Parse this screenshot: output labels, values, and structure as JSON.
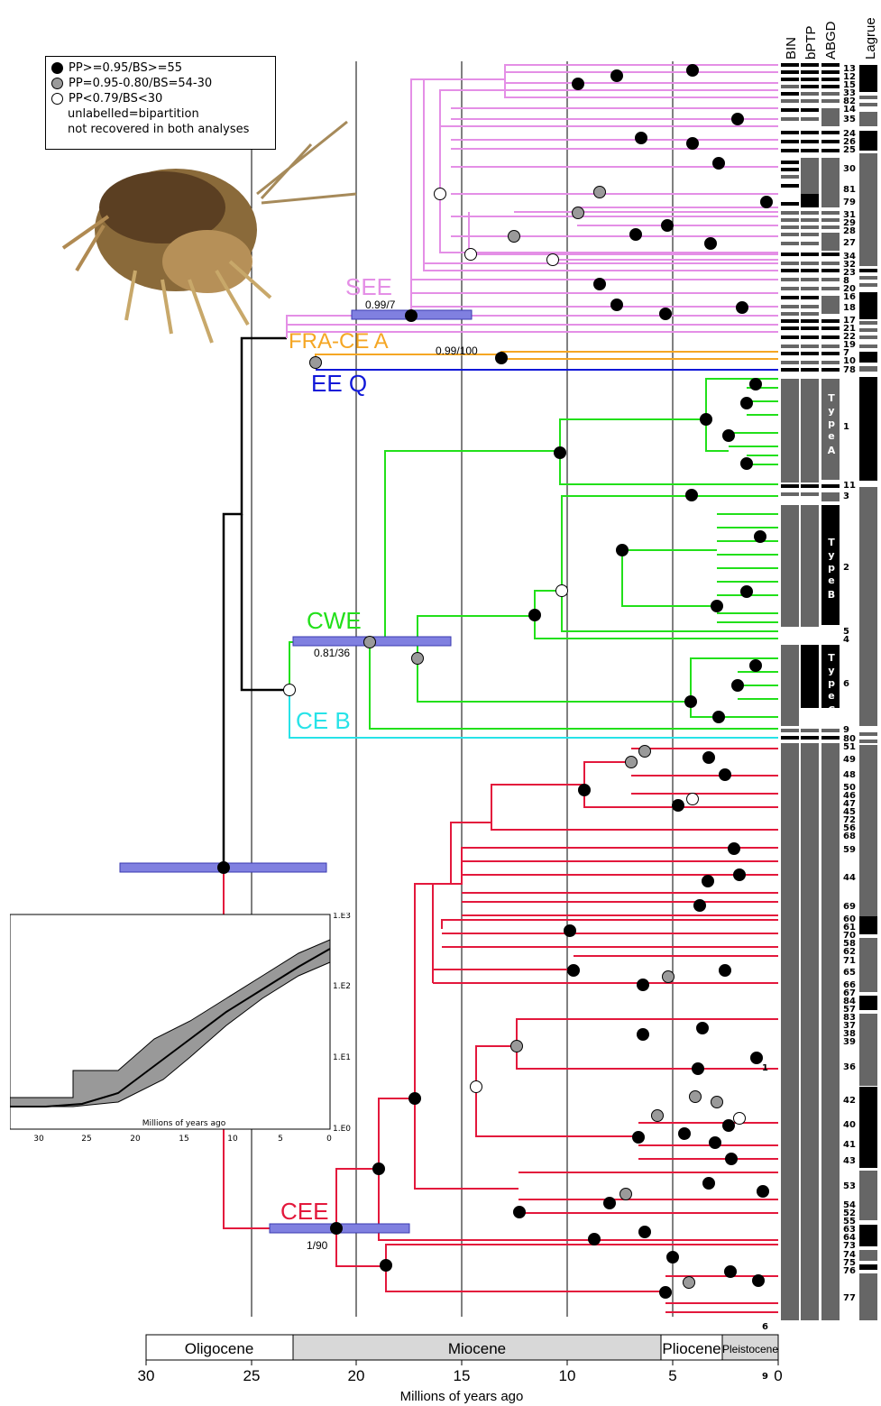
{
  "legend": {
    "items": [
      {
        "label": "PP>=0.95/BS>=55",
        "color": "#000000"
      },
      {
        "label": "PP=0.95-0.80/BS=54-30",
        "color": "#9a9a9a"
      },
      {
        "label": "PP<0.79/BS<30",
        "color": "#ffffff"
      }
    ],
    "note_line1": "unlabelled=bipartition",
    "note_line2": "not recovered in both analyses"
  },
  "columns": [
    "BIN",
    "bPTP",
    "ABGD",
    "Lagrue"
  ],
  "clades": [
    {
      "name": "SEE",
      "color": "#e48fe6",
      "support": "0.99/7"
    },
    {
      "name": "FRA-CE A",
      "color": "#f5a623",
      "support": "0.99/100"
    },
    {
      "name": "EE Q",
      "color": "#1018d8"
    },
    {
      "name": "CWE",
      "color": "#22e01a",
      "support": "0.81/36"
    },
    {
      "name": "CE B",
      "color": "#27e3e8"
    },
    {
      "name": "CEE",
      "color": "#e3183c",
      "support": "1/90"
    }
  ],
  "types": [
    "Type A",
    "Type B",
    "Type C"
  ],
  "type_letters": {
    "a": [
      "T",
      "y",
      "p",
      "e",
      "A"
    ],
    "b": [
      "T",
      "y",
      "p",
      "e",
      "B"
    ],
    "c": [
      "T",
      "y",
      "p",
      "e",
      "C"
    ]
  },
  "lagrue_numbers": [
    "13",
    "12",
    "15",
    "33",
    "82",
    "14",
    "35",
    "24",
    "26",
    "25",
    "30",
    "81",
    "79",
    "31",
    "29",
    "28",
    "27",
    "34",
    "32",
    "23",
    "8",
    "20",
    "16",
    "18",
    "17",
    "21",
    "22",
    "19",
    "7",
    "10",
    "78",
    "1",
    "11",
    "3",
    "2",
    "5",
    "4",
    "6",
    "9",
    "80",
    "51",
    "49",
    "48",
    "50",
    "46",
    "47",
    "45",
    "72",
    "56",
    "68",
    "59",
    "44",
    "69",
    "60",
    "61",
    "70",
    "58",
    "62",
    "71",
    "65",
    "66",
    "67",
    "84",
    "57",
    "83",
    "37",
    "38",
    "39",
    "36",
    "42",
    "40",
    "41",
    "43",
    "53",
    "54",
    "52",
    "55",
    "63",
    "64",
    "73",
    "74",
    "75",
    "76",
    "77"
  ],
  "side_labels": {
    "one": "1",
    "six": "6",
    "nine": "9"
  },
  "epochs": [
    "Oligocene",
    "Miocene",
    "Pliocene",
    "Pleistocene"
  ],
  "x_axis": {
    "ticks": [
      "30",
      "25",
      "20",
      "15",
      "10",
      "5",
      "0"
    ],
    "label": "Millions of years ago"
  },
  "inset": {
    "y_ticks": [
      "1.E3",
      "1.E2",
      "1.E1",
      "1.E0"
    ],
    "x_ticks": [
      "30",
      "25",
      "20",
      "15",
      "10",
      "5",
      "0"
    ],
    "xlabel": "Millions of years ago"
  }
}
